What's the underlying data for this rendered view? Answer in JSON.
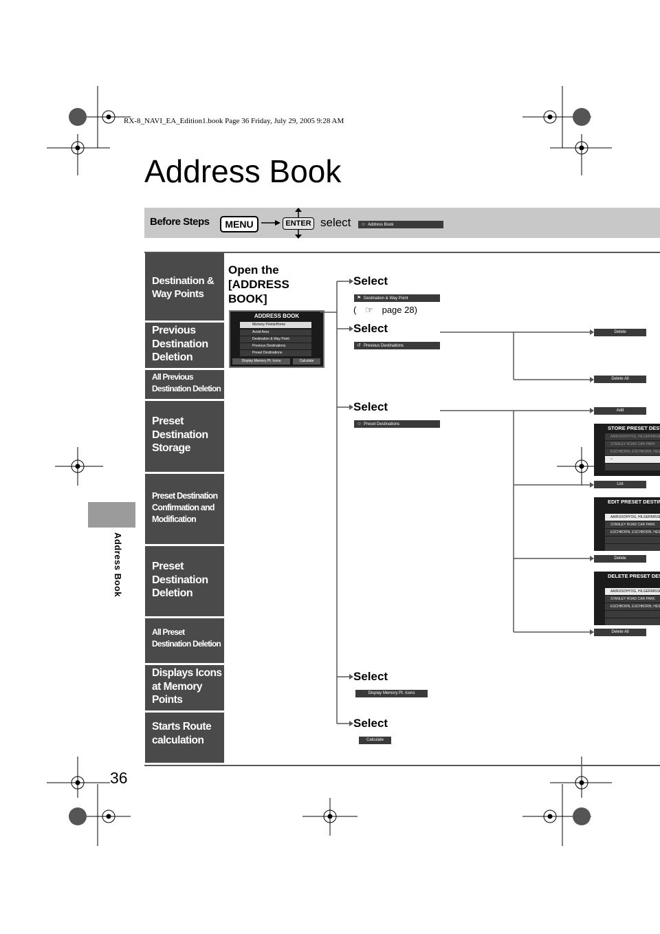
{
  "header_line": "RX-8_NAVI_EA_Edition1.book  Page 36  Friday, July 29, 2005  9:28 AM",
  "page_title": "Address Book",
  "before_steps": {
    "label": "Before Steps",
    "menu_key": "MENU",
    "enter_key": "ENTER",
    "select_word": "select",
    "address_book_button": "Address Book"
  },
  "side_labels": [
    [
      "Destination &",
      "Way Points"
    ],
    [
      "Previous",
      "Destination",
      "Deletion"
    ],
    [
      "All Previous",
      "Destination Deletion"
    ],
    [
      "Preset",
      "Destination",
      "Storage"
    ],
    [
      "Preset Destination",
      "Confirmation and",
      "Modification"
    ],
    [
      "Preset",
      "Destination",
      "Deletion"
    ],
    [
      "All Preset",
      "Destination Deletion"
    ],
    [
      "Displays Icons",
      "at Memory",
      "Points"
    ],
    [
      "Starts Route",
      "calculation"
    ]
  ],
  "open_label": [
    "Open the",
    "[ADDRESS",
    "BOOK]"
  ],
  "address_book_screen": {
    "header": "ADDRESS BOOK",
    "items": [
      "Memory Points/Home",
      "Avoid Area",
      "Destination & Way Point",
      "Previous Destinations",
      "Preset Destinations"
    ],
    "footer_left": "Display Memory Pt.  Icons",
    "footer_right": "Calculate"
  },
  "select_word": "Select",
  "option_buttons": {
    "destination_way_point": "Destination & Way Point",
    "previous_destinations": "Previous Destinations",
    "preset_destinations": "Preset Destinations",
    "display_memory_icons": "Display Memory Pt.  Icons",
    "calculate": "Calculate"
  },
  "page_ref": "page 28)",
  "page_ref_open": "(",
  "right_buttons": {
    "delete_1": "Delete",
    "delete_all_1": "Delete All",
    "add": "Add",
    "list": "List",
    "delete_2": "Delete",
    "delete_all_2": "Delete All"
  },
  "screens": {
    "store": {
      "header": "STORE PRESET DESTINATIONS",
      "rows": [
        "AA/RUSOHYOG, HILGERMISSEN",
        "STANLEY ROAD CAR PARK",
        "ESCHBORN, ESCHBORN, HESSEN",
        "~",
        ""
      ]
    },
    "edit": {
      "header": "EDIT PRESET DESTINATIONS",
      "rows": [
        "AA/RUSOHYOG, HILGERMISSEN",
        "STANLEY ROAD CAR PARK",
        "ESCHBORN, ESCHBORN, HESSEN",
        "",
        ""
      ]
    },
    "delete": {
      "header": "DELETE PRESET DESTINATIONS",
      "rows": [
        "AA/RUSOHYOG, HILGERMISSEN",
        "STANLEY ROAD CAR PARK",
        "ESCHBORN, ESCHBORN, HESSEN",
        "",
        ""
      ]
    }
  },
  "tab_label": "Address Book",
  "page_number": "36"
}
